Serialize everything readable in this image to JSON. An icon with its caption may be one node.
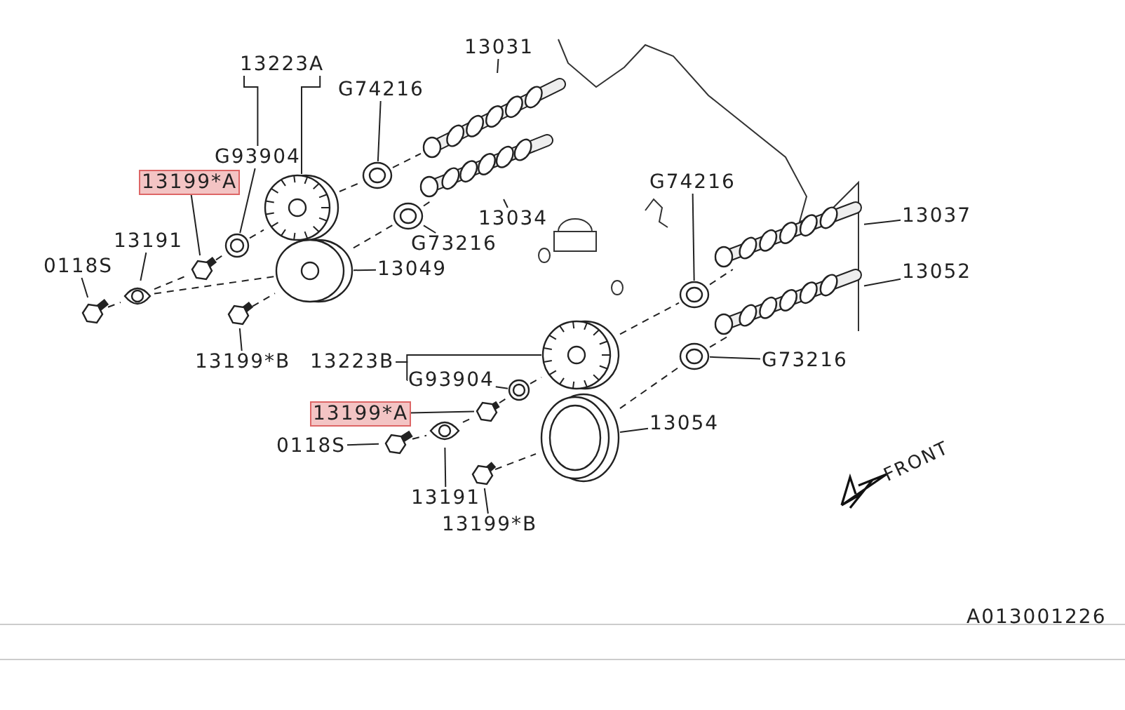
{
  "diagram": {
    "nodes": [
      {
        "text": [
          "13031"
        ]
      },
      {
        "text": [],
        "shape": "picture"
      },
      {
        "text": [
          "13223A"
        ]
      },
      {
        "text": [
          "G74216"
        ]
      },
      {
        "text": [],
        "shape": "picture"
      },
      {
        "text": [
          "G93904"
        ]
      },
      {
        "text": [
          "13199*A"
        ]
      },
      {
        "text": [],
        "shape": "picture"
      },
      {
        "text": [],
        "shape": "picture"
      },
      {
        "text": [],
        "shape": "picture"
      },
      {
        "text": [
          "13034"
        ]
      },
      {
        "text": [],
        "shape": "picture"
      },
      {
        "text": [
          "G73216"
        ]
      },
      {
        "text": [
          "13191"
        ]
      },
      {
        "text": [
          "0118S"
        ]
      },
      {
        "text": [],
        "shape": "picture"
      },
      {
        "text": [],
        "shape": "picture"
      },
      {
        "text": [],
        "shape": "picture"
      },
      {
        "text": [],
        "shape": "picture"
      },
      {
        "text": [
          "13049"
        ]
      },
      {
        "text": [],
        "shape": "picture"
      },
      {
        "text": [
          "13199*B"
        ]
      },
      {
        "text": [
          "G74216"
        ]
      },
      {
        "text": [],
        "shape": "picture"
      },
      {
        "text": [
          "13037"
        ]
      },
      {
        "text": [],
        "shape": "picture"
      },
      {
        "text": [
          "13052"
        ]
      },
      {
        "text": [],
        "shape": "picture"
      },
      {
        "text": [],
        "shape": "picture"
      },
      {
        "text": [
          "G73216"
        ]
      },
      {
        "text": [
          "13223B"
        ]
      },
      {
        "text": [],
        "shape": "picture"
      },
      {
        "text": [
          "G93904"
        ]
      },
      {
        "text": [],
        "shape": "picture"
      },
      {
        "text": [
          "13199*A"
        ]
      },
      {
        "text": [],
        "shape": "picture"
      },
      {
        "text": [
          "0118S"
        ]
      },
      {
        "text": [],
        "shape": "picture"
      },
      {
        "text": [],
        "shape": "picture"
      },
      {
        "text": [],
        "shape": "picture"
      },
      {
        "text": [
          "13054"
        ]
      },
      {
        "text": [
          "13191"
        ]
      },
      {
        "text": [],
        "shape": "picture"
      },
      {
        "text": [
          "13199*B"
        ]
      }
    ],
    "edges": [
      {
        "from": 0,
        "to": 1,
        "arrow": "none"
      },
      {
        "from": 2,
        "to": 7,
        "arrow": "none"
      },
      {
        "from": 2,
        "to": 5,
        "arrow": "none"
      },
      {
        "from": 3,
        "to": 4,
        "arrow": "none"
      },
      {
        "from": 5,
        "to": 8,
        "arrow": "none"
      },
      {
        "from": 6,
        "to": 17,
        "arrow": "none"
      },
      {
        "from": 10,
        "to": 9,
        "arrow": "none"
      },
      {
        "from": 12,
        "to": 11,
        "arrow": "none"
      },
      {
        "from": 13,
        "to": 16,
        "arrow": "none"
      },
      {
        "from": 14,
        "to": 15,
        "arrow": "none"
      },
      {
        "from": 19,
        "to": 18,
        "arrow": "none"
      },
      {
        "from": 21,
        "to": 20,
        "arrow": "none"
      },
      {
        "from": 22,
        "to": 27,
        "arrow": "none"
      },
      {
        "from": 24,
        "to": 23,
        "arrow": "none"
      },
      {
        "from": 26,
        "to": 25,
        "arrow": "none"
      },
      {
        "from": 29,
        "to": 28,
        "arrow": "none"
      },
      {
        "from": 30,
        "to": 31,
        "arrow": "none"
      },
      {
        "from": 30,
        "to": 32,
        "arrow": "none"
      },
      {
        "from": 32,
        "to": 33,
        "arrow": "none"
      },
      {
        "from": 34,
        "to": 35,
        "arrow": "none"
      },
      {
        "from": 36,
        "to": 37,
        "arrow": "none"
      },
      {
        "from": 41,
        "to": 38,
        "arrow": "none"
      },
      {
        "from": 40,
        "to": 39,
        "arrow": "none"
      },
      {
        "from": 43,
        "to": 42,
        "arrow": "none"
      },
      {
        "from": 15,
        "to": 16,
        "arrow": "none",
        "style": "dashed"
      },
      {
        "from": 16,
        "to": 17,
        "arrow": "none",
        "style": "dashed"
      },
      {
        "from": 17,
        "to": 8,
        "arrow": "none",
        "style": "dashed"
      },
      {
        "from": 8,
        "to": 7,
        "arrow": "none",
        "style": "dashed"
      },
      {
        "from": 7,
        "to": 4,
        "arrow": "none",
        "style": "dashed"
      },
      {
        "from": 4,
        "to": 1,
        "arrow": "none",
        "style": "dashed"
      },
      {
        "from": 16,
        "to": 18,
        "arrow": "none",
        "style": "dashed"
      },
      {
        "from": 20,
        "to": 18,
        "arrow": "none",
        "style": "dashed"
      },
      {
        "from": 18,
        "to": 11,
        "arrow": "none",
        "style": "dashed"
      },
      {
        "from": 11,
        "to": 9,
        "arrow": "none",
        "style": "dashed"
      },
      {
        "from": 37,
        "to": 38,
        "arrow": "none",
        "style": "dashed"
      },
      {
        "from": 38,
        "to": 35,
        "arrow": "none",
        "style": "dashed"
      },
      {
        "from": 35,
        "to": 33,
        "arrow": "none",
        "style": "dashed"
      },
      {
        "from": 33,
        "to": 31,
        "arrow": "none",
        "style": "dashed"
      },
      {
        "from": 31,
        "to": 27,
        "arrow": "none",
        "style": "dashed"
      },
      {
        "from": 27,
        "to": 23,
        "arrow": "none",
        "style": "dashed"
      },
      {
        "from": 42,
        "to": 39,
        "arrow": "none",
        "style": "dashed"
      },
      {
        "from": 39,
        "to": 28,
        "arrow": "none",
        "style": "dashed"
      },
      {
        "from": 28,
        "to": 25,
        "arrow": "none",
        "style": "dashed"
      }
    ],
    "labels": [
      "FRONT",
      "A013001226"
    ]
  }
}
